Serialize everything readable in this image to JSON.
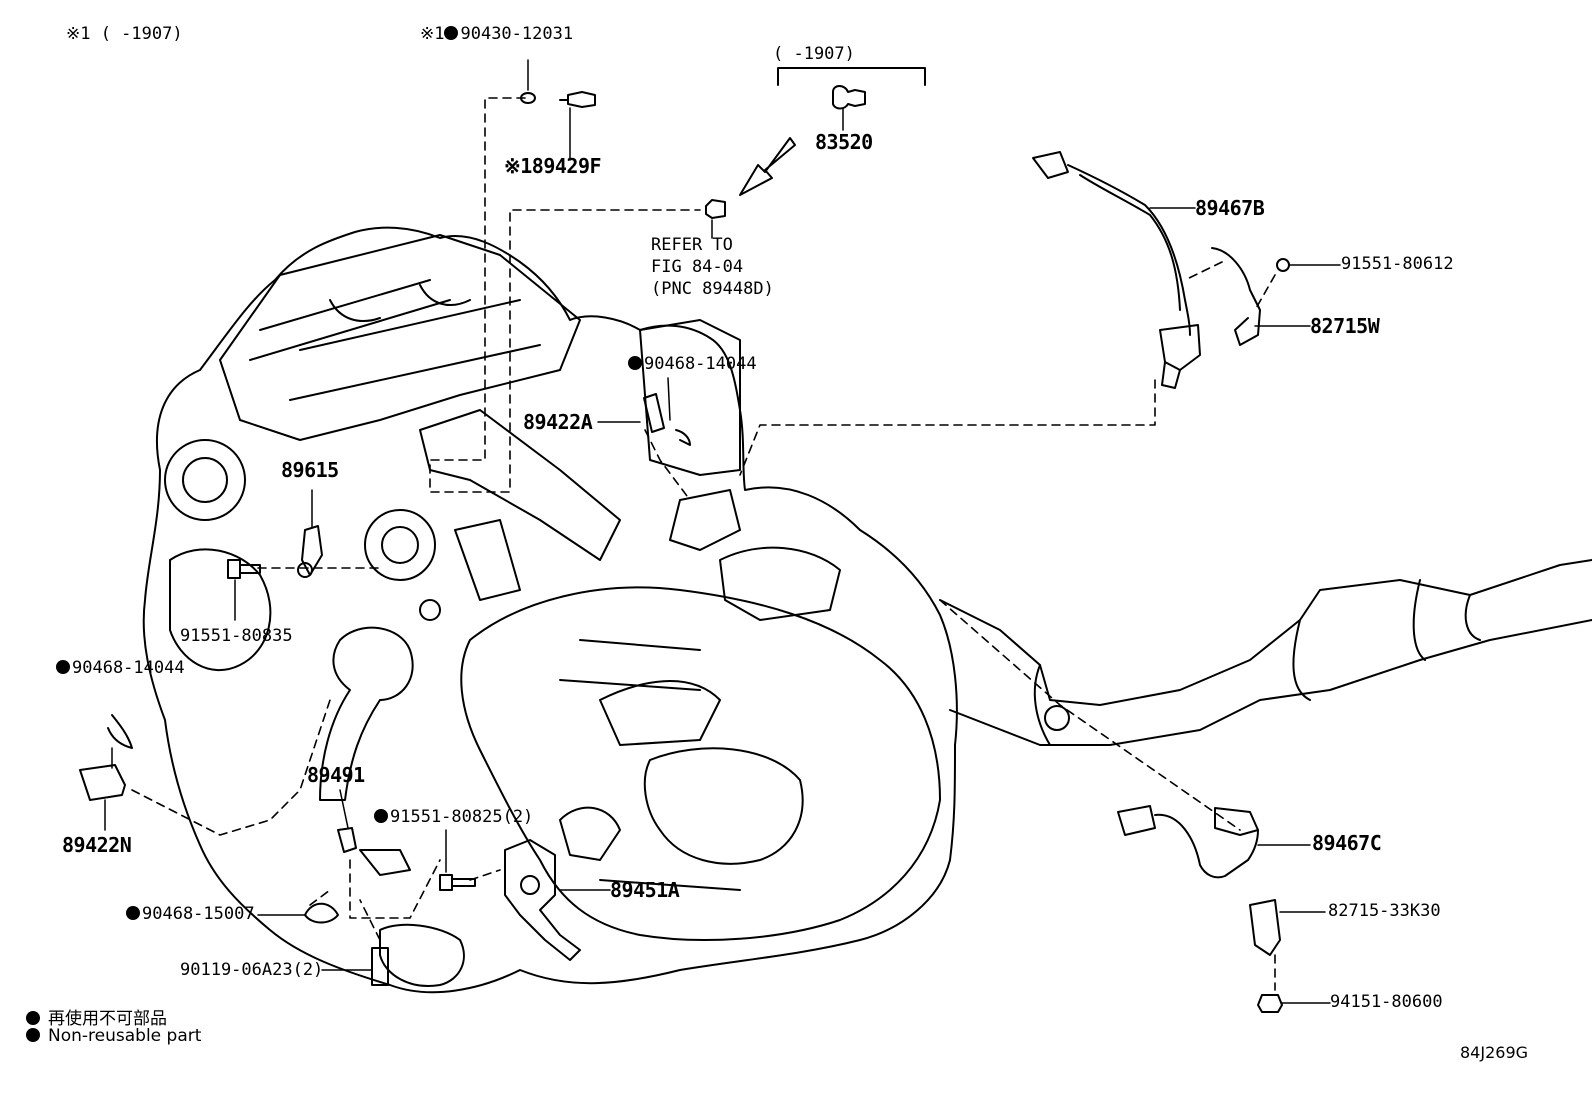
{
  "labels": {
    "note_top_left": "※1 (     -1907)",
    "p_90430": "※1",
    "p_90430_num": "90430-12031",
    "p_89429f": "※189429F",
    "range_1907": "(     -1907)",
    "p_83520": "83520",
    "refer_1": "REFER TO",
    "refer_2": "FIG 84-04",
    "refer_3": "(PNC 89448D)",
    "p_89467b": "89467B",
    "p_91551_80612": "91551-80612",
    "p_82715w": "82715W",
    "p_90468_14044_top": "90468-14044",
    "p_89422a": "89422A",
    "p_89615": "89615",
    "p_91551_80835": "91551-80835",
    "p_90468_14044_left": "90468-14044",
    "p_89422n": "89422N",
    "p_89491": "89491",
    "p_91551_80825": "91551-80825(2)",
    "p_89451a": "89451A",
    "p_90468_15007": "90468-15007",
    "p_90119": "90119-06A23(2)",
    "p_89467c": "89467C",
    "p_82715_33k30": "82715-33K30",
    "p_94151": "94151-80600"
  },
  "legend": {
    "line1": "再使用不可部品",
    "line2": "Non-reusable part"
  },
  "figure_code": "84J269G"
}
